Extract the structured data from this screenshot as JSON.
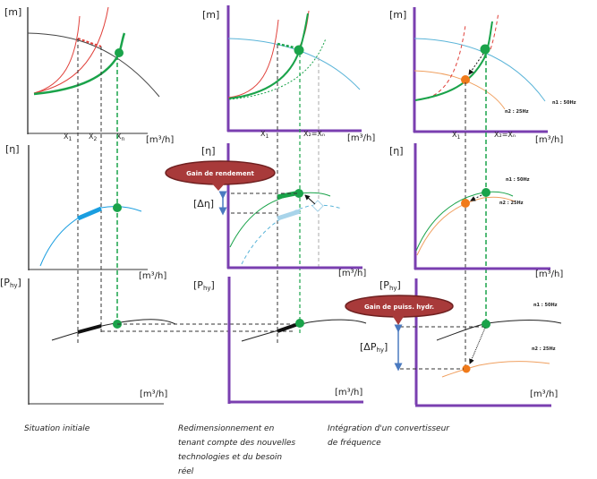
{
  "colors": {
    "axis_initial": "#777777",
    "axis_new": "#7a3fb0",
    "pump_curve_initial": "#444444",
    "pump_curve_new": "#5ab4d8",
    "system_curve_red": "#e0403a",
    "system_curve_green": "#1aa34a",
    "operating_point_green": "#1aa34a",
    "operating_point_orange": "#f07a1a",
    "curve_n2_orange": "#f0a060",
    "efficiency_highlight_blue": "#1a9ee0",
    "efficiency_highlight_light": "#a8d4ea",
    "callout_fill": "#a83a3a",
    "arrow_blue": "#4a7ac0"
  },
  "axis_labels": {
    "head": "[m]",
    "efficiency": "[η]",
    "power": "[P",
    "power_sub": "hy",
    "power_close": "]",
    "flow": "[m³/h]"
  },
  "x_ticks": {
    "x1": "X",
    "x1_sub": "1",
    "x2": "X",
    "x2_sub": "2",
    "xn": "X",
    "xn_sub": "n",
    "x2_eq_xn": "X₂=Xₙ"
  },
  "speed_labels": {
    "n1": "n1 : 50Hz",
    "n2": "n2 : 25Hz"
  },
  "callouts": {
    "efficiency_gain": "Gain de rendement",
    "delta_eta": "[Δη]",
    "power_gain": "Gain de puiss. hydr.",
    "delta_p": "[ΔP",
    "delta_p_sub": "hy",
    "delta_p_close": "]"
  },
  "columns": [
    {
      "caption": "Situation initiale"
    },
    {
      "caption": "Redimensionnement en tenant compte des nouvelles technologies et du besoin réel"
    },
    {
      "caption": "Intégration d'un convertisseur de fréquence"
    }
  ]
}
